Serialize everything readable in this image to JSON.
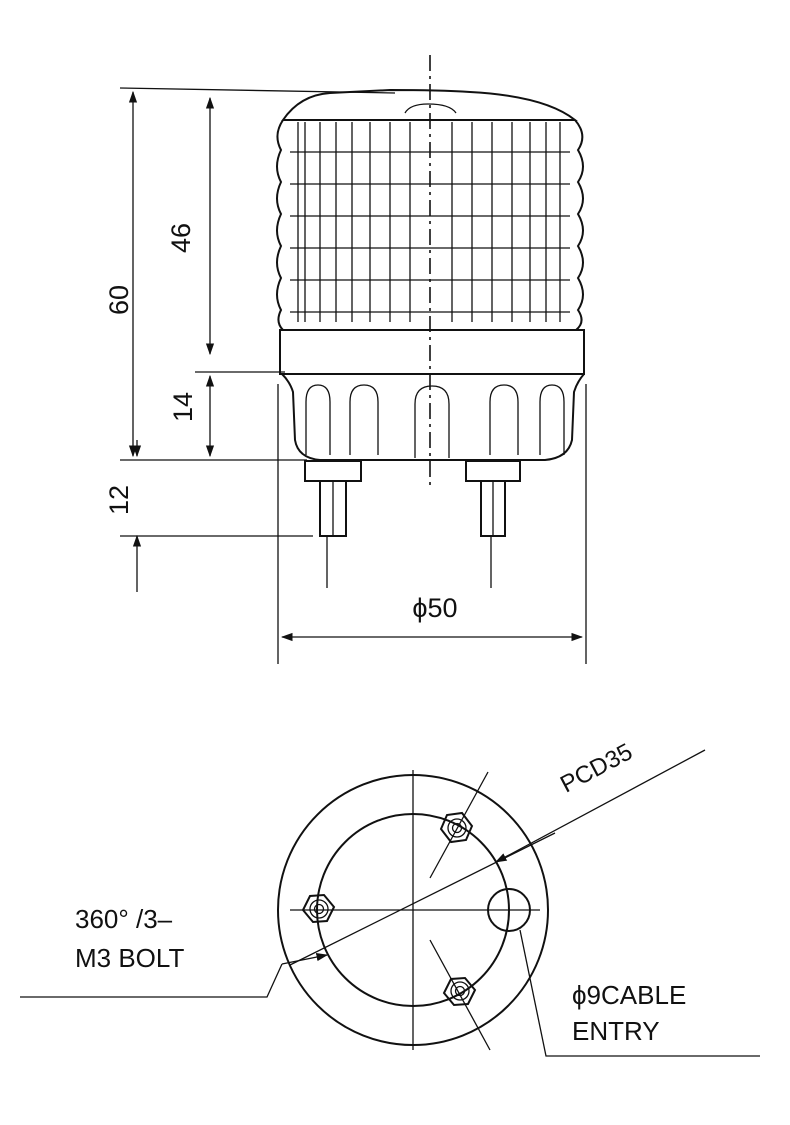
{
  "side_view": {
    "dim_total_height": "60",
    "dim_lens_height": "46",
    "dim_base_height": "14",
    "dim_bolt_length": "12",
    "dim_diameter": "ϕ50"
  },
  "bottom_view": {
    "pcd_label": "PCD35",
    "bolt_label_line1": "360°  /3–",
    "bolt_label_line2": "M3 BOLT",
    "cable_label_line1": "ϕ9CABLE",
    "cable_label_line2": "ENTRY"
  },
  "colors": {
    "line": "#111111",
    "background": "#ffffff"
  }
}
